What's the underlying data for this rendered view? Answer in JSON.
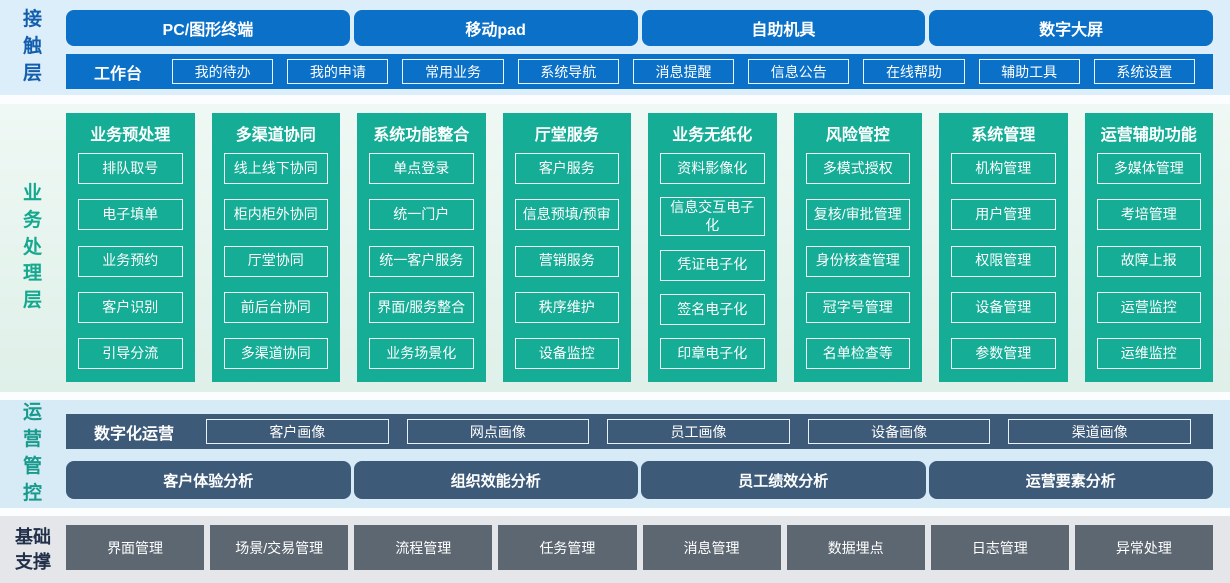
{
  "colors": {
    "accent_blue": "#0a70c8",
    "accent_green": "#15ad96",
    "accent_slate": "#3d5a78",
    "accent_gray": "#5d6771",
    "bg_contact": "#dceefa",
    "bg_business": "#e7f4ee",
    "bg_ops": "#d7ebf7",
    "bg_foundation": "#e4e6e9"
  },
  "contact": {
    "label": "接\n触\n层",
    "terminals": [
      "PC/图形终端",
      "移动pad",
      "自助机具",
      "数字大屏"
    ],
    "workbench": {
      "label": "工作台",
      "items": [
        "我的待办",
        "我的申请",
        "常用业务",
        "系统导航",
        "消息提醒",
        "信息公告",
        "在线帮助",
        "辅助工具",
        "系统设置"
      ]
    }
  },
  "business": {
    "label": "业\n务\n处\n理\n层",
    "columns": [
      {
        "title": "业务预处理",
        "items": [
          "排队取号",
          "电子填单",
          "业务预约",
          "客户识别",
          "引导分流"
        ]
      },
      {
        "title": "多渠道协同",
        "items": [
          "线上线下协同",
          "柜内柜外协同",
          "厅堂协同",
          "前后台协同",
          "多渠道协同"
        ]
      },
      {
        "title": "系统功能整合",
        "items": [
          "单点登录",
          "统一门户",
          "统一客户服务",
          "界面/服务整合",
          "业务场景化"
        ]
      },
      {
        "title": "厅堂服务",
        "items": [
          "客户服务",
          "信息预填/预审",
          "营销服务",
          "秩序维护",
          "设备监控"
        ]
      },
      {
        "title": "业务无纸化",
        "items": [
          "资料影像化",
          "信息交互电子化",
          "凭证电子化",
          "签名电子化",
          "印章电子化"
        ]
      },
      {
        "title": "风险管控",
        "items": [
          "多模式授权",
          "复核/审批管理",
          "身份核查管理",
          "冠字号管理",
          "名单检查等"
        ]
      },
      {
        "title": "系统管理",
        "items": [
          "机构管理",
          "用户管理",
          "权限管理",
          "设备管理",
          "参数管理"
        ]
      },
      {
        "title": "运营辅助功能",
        "items": [
          "多媒体管理",
          "考培管理",
          "故障上报",
          "运营监控",
          "运维监控"
        ]
      }
    ]
  },
  "ops": {
    "label": "运\n营\n管\n控",
    "digital": {
      "label": "数字化运营",
      "items": [
        "客户画像",
        "网点画像",
        "员工画像",
        "设备画像",
        "渠道画像"
      ]
    },
    "analysis": [
      "客户体验分析",
      "组织效能分析",
      "员工绩效分析",
      "运营要素分析"
    ]
  },
  "foundation": {
    "label": "基础\n支撑",
    "items": [
      "界面管理",
      "场景/交易管理",
      "流程管理",
      "任务管理",
      "消息管理",
      "数据埋点",
      "日志管理",
      "异常处理"
    ]
  }
}
